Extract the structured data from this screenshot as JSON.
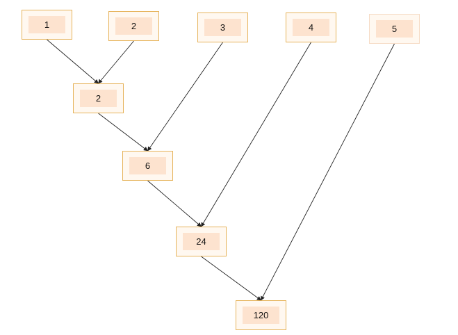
{
  "diagram": {
    "nodes": [
      {
        "id": "in1",
        "value": "1"
      },
      {
        "id": "in2",
        "value": "2"
      },
      {
        "id": "in3",
        "value": "3"
      },
      {
        "id": "in4",
        "value": "4"
      },
      {
        "id": "in5",
        "value": "5"
      },
      {
        "id": "p2",
        "value": "2"
      },
      {
        "id": "p6",
        "value": "6"
      },
      {
        "id": "p24",
        "value": "24"
      },
      {
        "id": "p120",
        "value": "120"
      }
    ],
    "edges": [
      {
        "from": "in1",
        "to": "p2"
      },
      {
        "from": "in2",
        "to": "p2"
      },
      {
        "from": "p2",
        "to": "p6"
      },
      {
        "from": "in3",
        "to": "p6"
      },
      {
        "from": "p6",
        "to": "p24"
      },
      {
        "from": "in4",
        "to": "p24"
      },
      {
        "from": "p24",
        "to": "p120"
      },
      {
        "from": "in5",
        "to": "p120"
      }
    ],
    "colors": {
      "border": "#e6b35a",
      "fill": "#fde3cf",
      "arrow": "#222222"
    }
  }
}
